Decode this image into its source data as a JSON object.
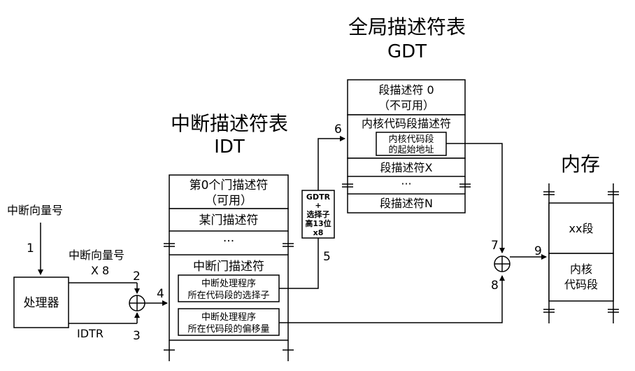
{
  "processor": {
    "label": "处理器",
    "input_label": "中断向量号",
    "mult_label": "中断向量号",
    "mult_value": "X 8",
    "idtr_label": "IDTR"
  },
  "idt": {
    "title": "中断描述符表",
    "subtitle": "IDT",
    "rows": [
      "第0个门描述符",
      "（可用）",
      "某门描述符"
    ],
    "ellipsis": "···",
    "gate": {
      "title": "中断门描述符",
      "selector_line1": "中断处理程序",
      "selector_line2": "所在代码段的选择子",
      "offset_line1": "中断处理程序",
      "offset_line2": "所在代码段的偏移量"
    }
  },
  "gdt": {
    "title": "全局描述符表",
    "subtitle": "GDT",
    "row0_line1": "段描述符 0",
    "row0_line2": "（不可用）",
    "kernel_row": "内核代码段描述符",
    "base_line1": "内核代码段",
    "base_line2": "的起始地址",
    "row_x": "段描述符X",
    "ellipsis": "···",
    "row_n": "段描述符N"
  },
  "gdtr_box": {
    "line1": "GDTR",
    "line2": "+",
    "line3": "选择子",
    "line4": "高13位",
    "line5": "x8"
  },
  "memory": {
    "title": "内存",
    "seg_xx": "xx段",
    "seg_kernel_line1": "内核",
    "seg_kernel_line2": "代码段"
  },
  "steps": [
    "1",
    "2",
    "3",
    "4",
    "5",
    "6",
    "7",
    "8",
    "9"
  ]
}
